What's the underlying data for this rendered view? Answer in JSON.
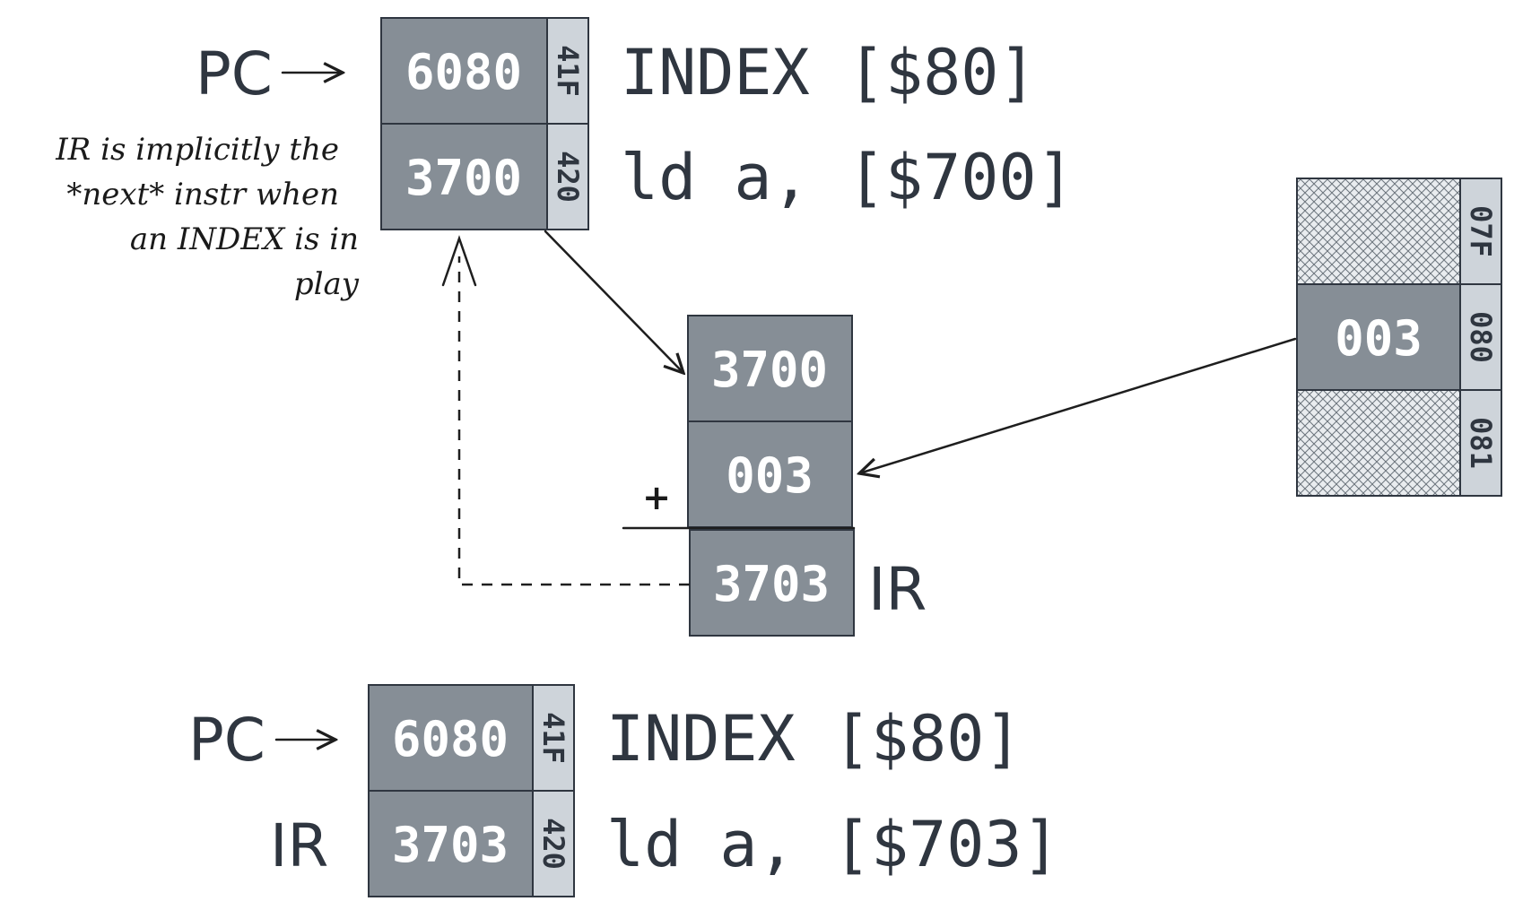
{
  "top": {
    "pc_label": "PC",
    "cells": [
      {
        "value": "6080",
        "addr": "41F",
        "instr": "INDEX [$80]"
      },
      {
        "value": "3700",
        "addr": "420",
        "instr": "ld a, [$700]"
      }
    ],
    "note": [
      "IR is implicitly the",
      "*next* instr when",
      "an INDEX is in",
      "play"
    ]
  },
  "sum": {
    "operand_a": "3700",
    "operand_b": "003",
    "plus": "+",
    "result": "3703",
    "result_label": "IR"
  },
  "memory": {
    "cells": [
      {
        "value": "",
        "addr": "07F"
      },
      {
        "value": "003",
        "addr": "080"
      },
      {
        "value": "",
        "addr": "081"
      }
    ]
  },
  "bottom": {
    "pc_label": "PC",
    "ir_label": "IR",
    "cells": [
      {
        "value": "6080",
        "addr": "41F",
        "instr": "INDEX [$80]"
      },
      {
        "value": "3703",
        "addr": "420",
        "instr": "ld a, [$703]"
      }
    ]
  }
}
